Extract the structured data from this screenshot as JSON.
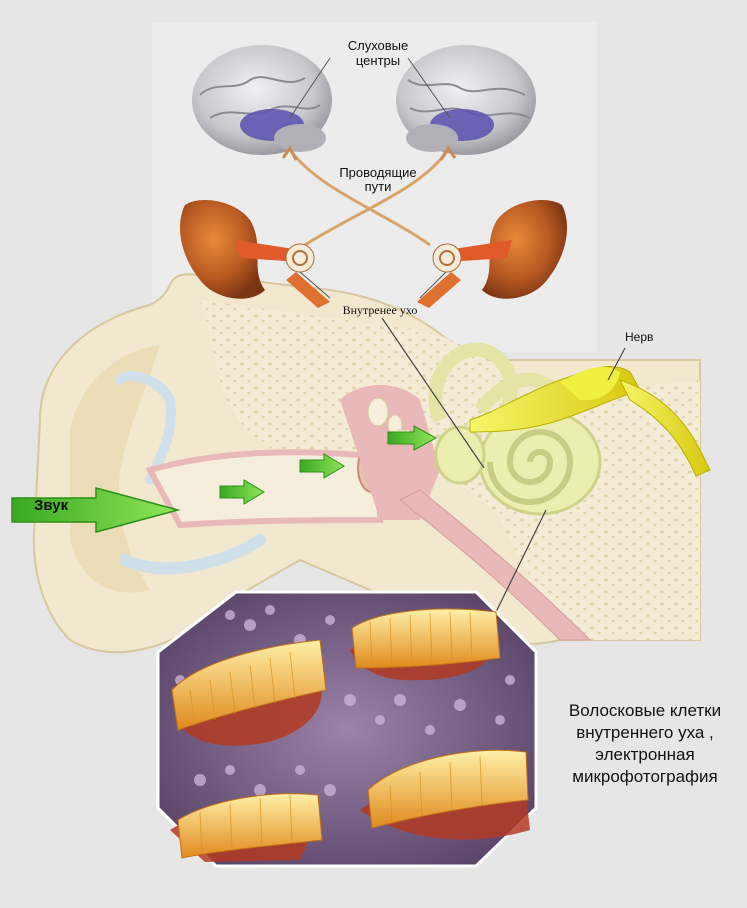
{
  "labels": {
    "hearing_centers": [
      "Слуховые",
      "центры"
    ],
    "pathways": [
      "Проводящие",
      "пути"
    ],
    "inner_ear": "Внутренее ухо",
    "nerve": "Нерв",
    "sound": "Звук",
    "caption": [
      "Волосковые клетки",
      "внутреннего уха ,",
      "электронная",
      "микрофотография"
    ]
  },
  "colors": {
    "background": "#e6e6e6",
    "top_panel": "#ececec",
    "skin": "#f2e8cf",
    "skin_shadow": "#e6d6b0",
    "canal_pink": "#e9b8b8",
    "bone": "#f4ecd6",
    "cochlea": "#eceeb0",
    "nerve": "#e5e51c",
    "arrow_green": "#6ed13a",
    "brain": "#c8c8cc",
    "auditory_area": "#5a4fb0",
    "outer_ear_brown": "#a8501e",
    "pathway_line": "#d8a46a",
    "micro_purple": "#7a5a8c",
    "micro_red": "#b33a22",
    "hair_cell_yellow": "#f2b33c"
  },
  "icons": [
    "brain-icon",
    "ear-cross-section-icon",
    "green-arrow-icon",
    "cochlea-icon",
    "auditory-nerve-icon",
    "hair-cell-micrograph"
  ]
}
